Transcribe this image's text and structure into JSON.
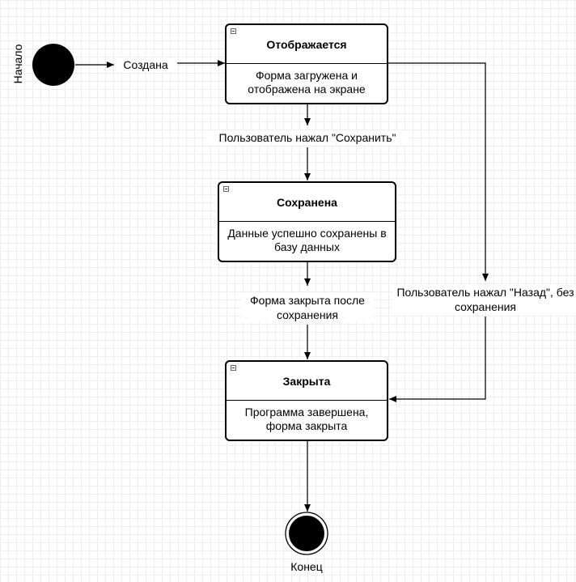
{
  "nodes": {
    "start_label": "Начало",
    "end_label": "Конец"
  },
  "states": [
    {
      "title": "Отображается",
      "description": "Форма загружена и отображена на экране"
    },
    {
      "title": "Сохранена",
      "description": "Данные успешно сохранены в базу данных"
    },
    {
      "title": "Закрыта",
      "description": "Программа завершена, форма закрыта"
    }
  ],
  "transitions": {
    "created": "Создана",
    "save_clicked": "Пользователь нажал \"Сохранить\"",
    "closed_after_save": "Форма закрыта после сохранения",
    "back_clicked": "Пользователь нажал \"Назад\", без сохранения"
  }
}
